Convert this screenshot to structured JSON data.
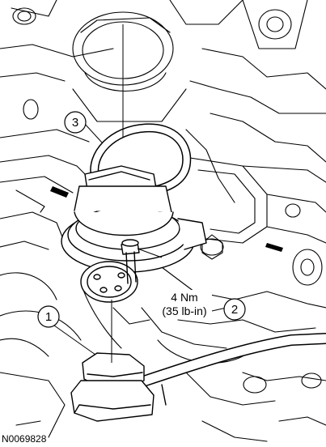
{
  "figure": {
    "callouts": [
      {
        "number": "1"
      },
      {
        "number": "2"
      },
      {
        "number": "3"
      }
    ],
    "torque_spec": {
      "line1": "4 Nm",
      "line2": "(35 lb-in)"
    },
    "figure_id": "N0069828"
  }
}
